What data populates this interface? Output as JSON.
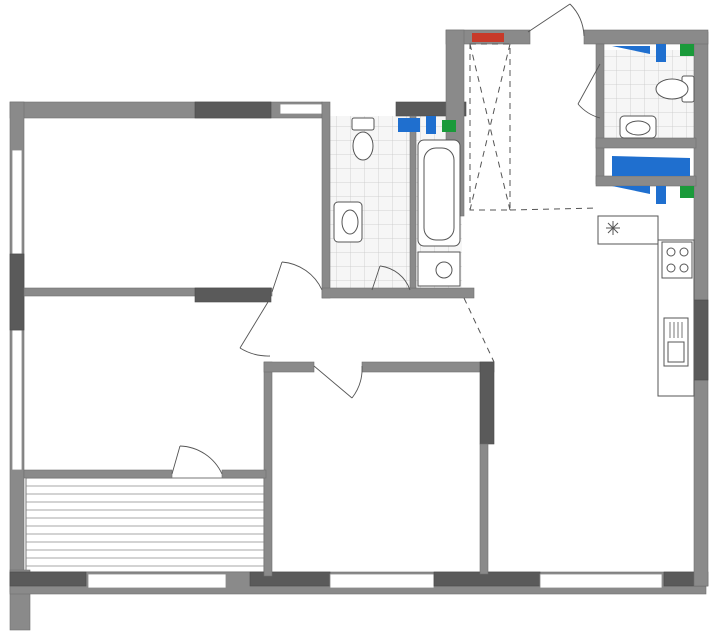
{
  "plan": {
    "rooms": [
      "bedroom-top-left",
      "bedroom-middle-left",
      "balcony",
      "bathroom",
      "toilet",
      "living-kitchen",
      "bedroom-center",
      "hallway"
    ],
    "fixtures": [
      "toilet-icon",
      "sink-icon",
      "bathtub-icon",
      "washing-machine-icon",
      "stove-icon",
      "kitchen-sink-icon",
      "ventilation-icon"
    ],
    "colors": {
      "wall": "#8a8a8a",
      "wall_dark": "#5a5a5a",
      "tile_grid": "#c8c8c8",
      "vent_blue": "#1f6fcf",
      "vent_green": "#1a9a3a",
      "vent_red": "#c83a2a"
    }
  }
}
